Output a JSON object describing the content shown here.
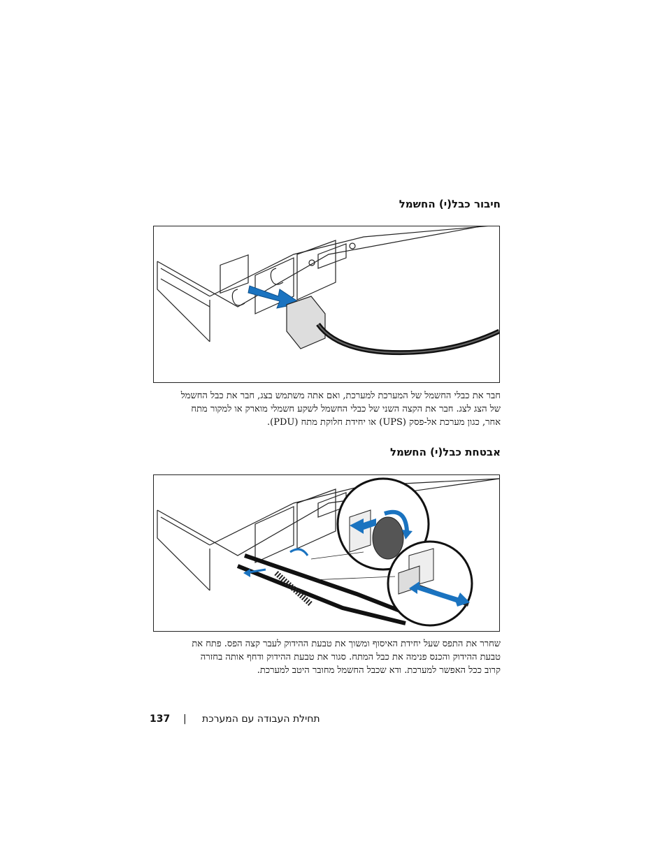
{
  "section1": {
    "heading": "חיבור כבל(י) החשמל",
    "paragraph_lines": [
      "חבר את כבלי החשמל של המערכת למערכת, ואם אתה משתמש בצג, חבר את כבל החשמל",
      "של הצג לצג. חבר את הקצה השני של כבלי החשמל לשקע חשמלי מוארק או למקור מתח",
      "אחר, כגון מערכת אל-פסק (UPS) או יחידת חלוקת מתח (PDU)."
    ]
  },
  "section2": {
    "heading": "אבטחת כבל(י) החשמל",
    "paragraph_lines": [
      "שחרר את התפס שעל יחידת האיסוף ומשוך את טבעת ההידוק לעבר קצה הפס. פתח את",
      "טבעת ההידוק והכנס פנימה את כבל המתח. סגור את טבעת ההידוק ודחף אותה בחזרה",
      "קרוב ככל האפשר למערכת. ודא שכבל החשמל מחובר היטב למערכת."
    ]
  },
  "footer": {
    "page_number": "137",
    "separator": "|",
    "title": "תחילת העבודה עם המערכת"
  },
  "colors": {
    "arrow_blue": "#1a73c0",
    "line": "#222222"
  }
}
